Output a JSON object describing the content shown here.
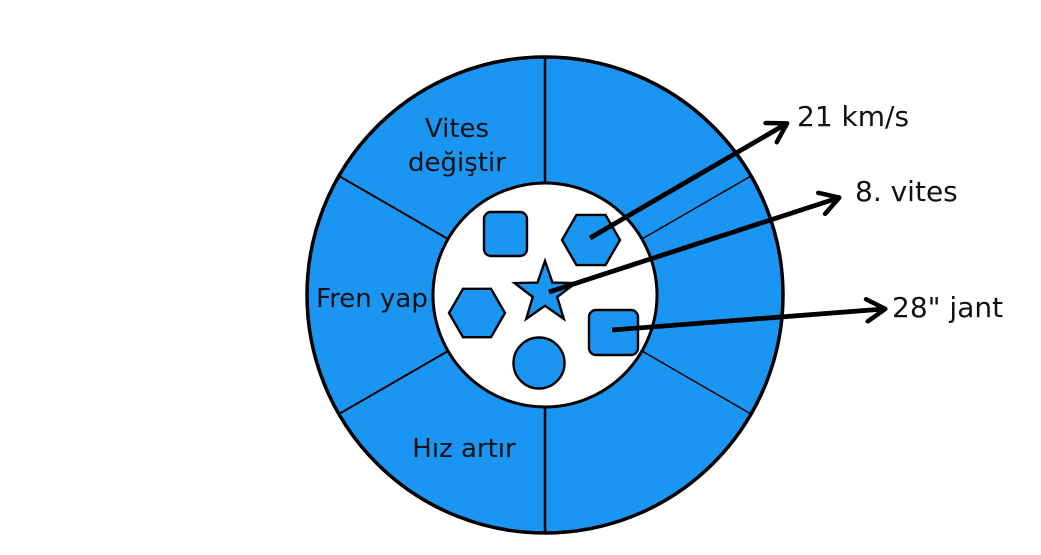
{
  "colors": {
    "wheel_blue": "#1b95f2",
    "outline_black": "#000000",
    "hub_white": "#ffffff",
    "label_text": "#111111",
    "background": "#ffffff"
  },
  "wheel": {
    "type": "donut-control-wheel",
    "sector_count": 6,
    "sector_labels": {
      "top_left_line1": "Vites",
      "top_left_line2": "değiştir",
      "left": "Fren yap",
      "bottom_left": "Hız artır"
    },
    "hub_shapes": [
      {
        "name": "rounded-square",
        "position": "top-left"
      },
      {
        "name": "hexagon",
        "position": "top-right"
      },
      {
        "name": "star",
        "position": "center"
      },
      {
        "name": "hexagon",
        "position": "left"
      },
      {
        "name": "circle",
        "position": "bottom"
      },
      {
        "name": "rounded-square",
        "position": "right"
      }
    ]
  },
  "callouts": [
    {
      "text": "21 km/s",
      "points_to": "hexagon-top-right"
    },
    {
      "text": "8. vites",
      "points_to": "star-center"
    },
    {
      "text": "28\" jant",
      "points_to": "rounded-square-right"
    }
  ]
}
